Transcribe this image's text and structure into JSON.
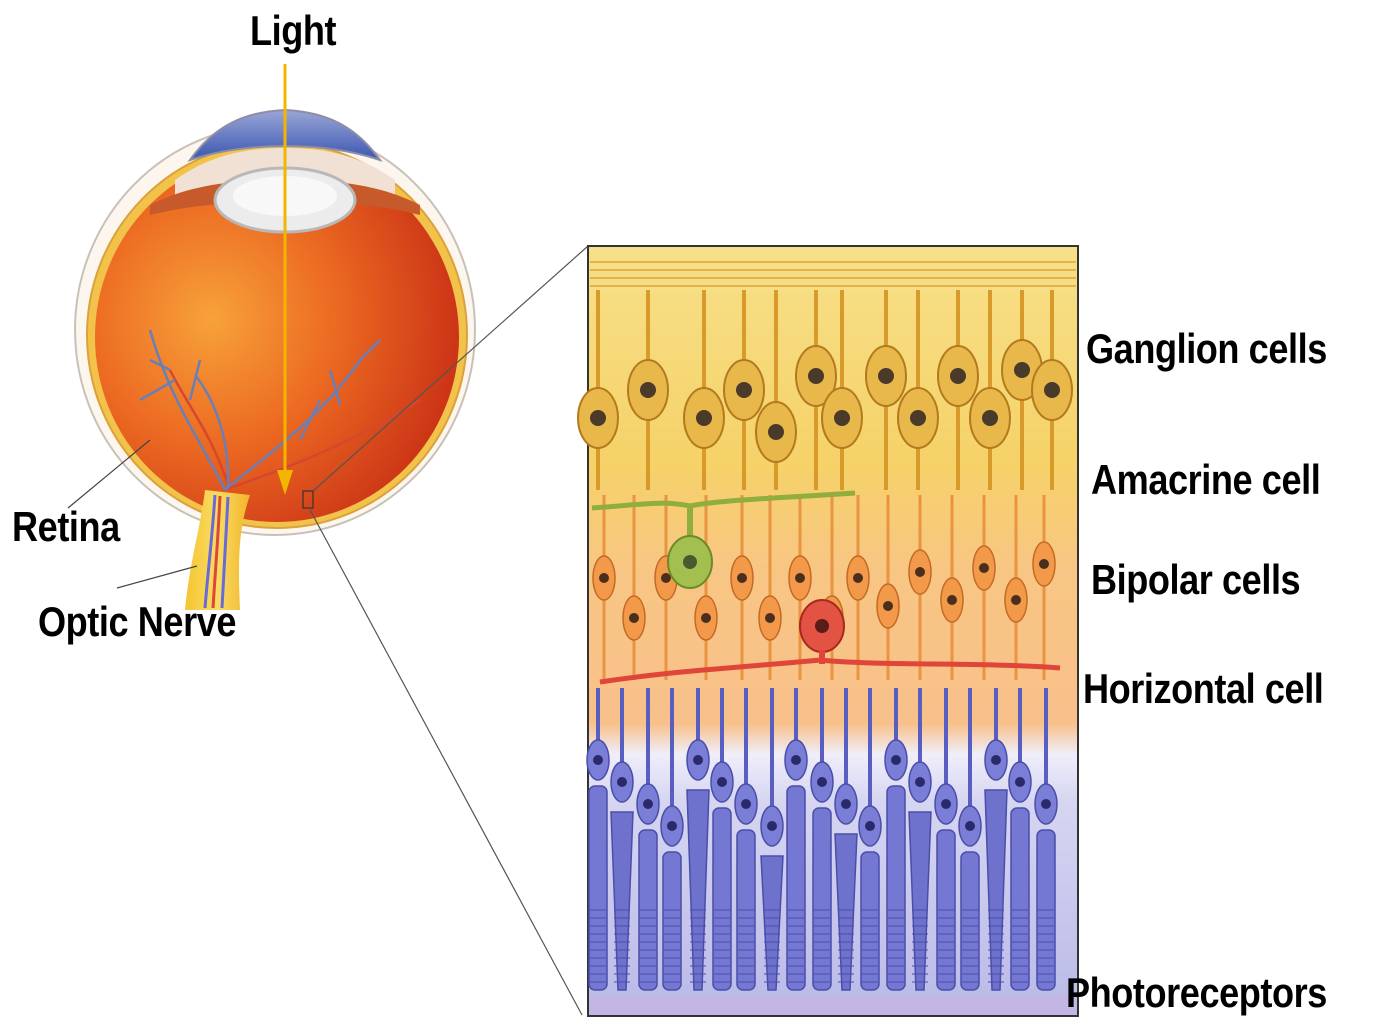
{
  "labels": {
    "light": "Light",
    "retina": "Retina",
    "optic_nerve": "Optic Nerve",
    "ganglion": "Ganglion cells",
    "amacrine": "Amacrine cell",
    "bipolar": "Bipolar cells",
    "horizontal": "Horizontal cell",
    "photoreceptors": "Photoreceptors"
  },
  "colors": {
    "light_ray": "#f2b600",
    "eye_body": "#e04a1c",
    "ganglion_layer": "#f6d66a",
    "bipolar_layer": "#f7b86a",
    "amacrine_cell": "#8fae3e",
    "horizontal_cell": "#e0453a",
    "photoreceptor_layer": "#6f73d0"
  }
}
